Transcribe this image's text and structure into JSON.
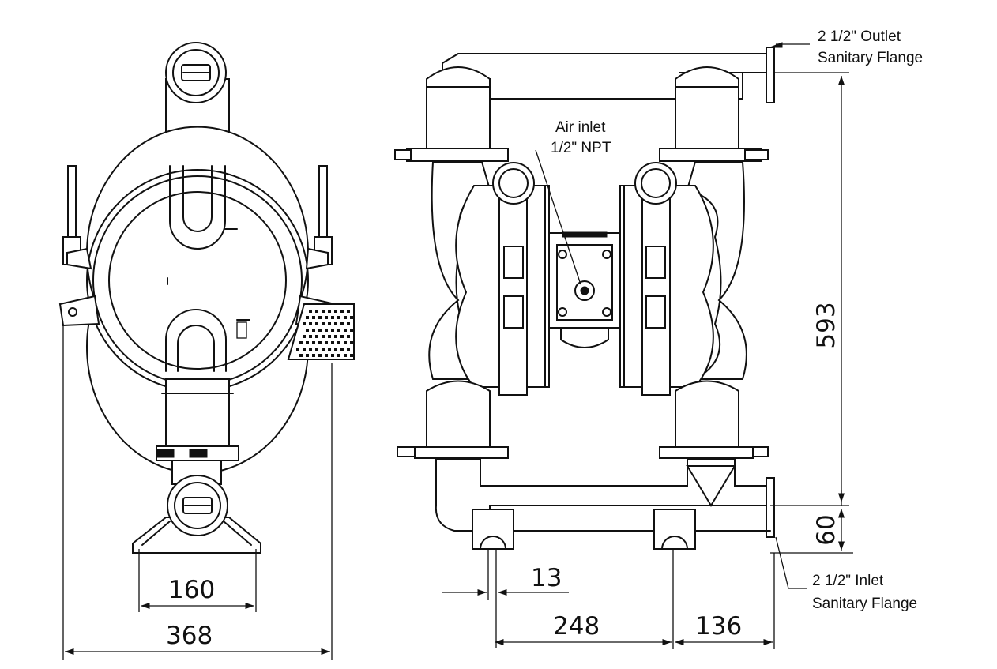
{
  "labels": {
    "outlet_line1": "2 1/2\" Outlet",
    "outlet_line2": "Sanitary Flange",
    "air_line1": "Air inlet",
    "air_line2": "1/2\" NPT",
    "inlet_line1": "2 1/2\" Inlet",
    "inlet_line2": "Sanitary Flange"
  },
  "dimensions": {
    "d160": "160",
    "d368": "368",
    "d13": "13",
    "d248": "248",
    "d136": "136",
    "d593": "593",
    "d60": "60"
  }
}
